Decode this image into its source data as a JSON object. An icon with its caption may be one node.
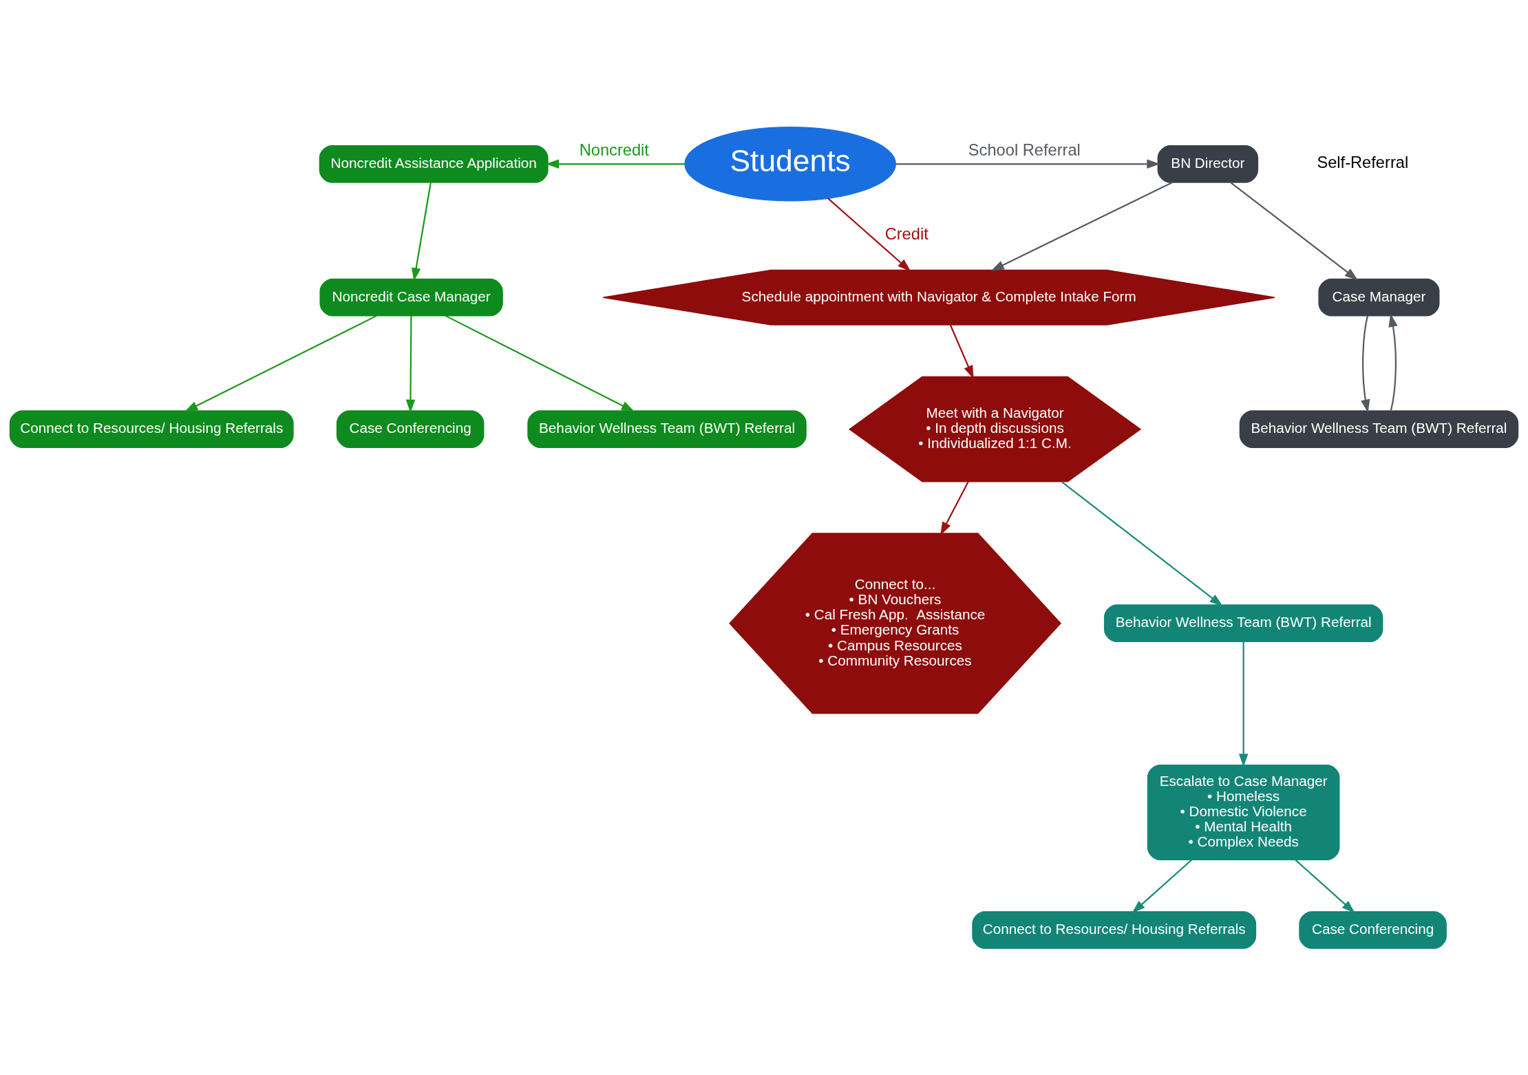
{
  "diagram": {
    "nodes": [
      {
        "text": [
          "Students"
        ]
      },
      {
        "text": [
          "Noncredit Assistance Application"
        ]
      },
      {
        "text": [
          "Noncredit Case Manager"
        ]
      },
      {
        "text": [
          "Connect to Resources/ Housing Referrals"
        ]
      },
      {
        "text": [
          "Case Conferencing"
        ]
      },
      {
        "text": [
          "Behavior Wellness Team (BWT) Referral"
        ]
      },
      {
        "text": [
          "BN Director"
        ]
      },
      {
        "text": [
          "Case Manager"
        ]
      },
      {
        "text": [
          "Behavior Wellness Team (BWT) Referral"
        ]
      },
      {
        "text": [
          "Schedule appointment with Navigator & Complete Intake Form"
        ]
      },
      {
        "text": [
          "Meet with a Navigator",
          "• In depth discussions",
          "• Individualized 1:1 C.M."
        ]
      },
      {
        "text": [
          "Connect to...",
          "• BN Vouchers",
          "• Cal Fresh App.  Assistance",
          "• Emergency Grants",
          "• Campus Resources",
          "• Community Resources"
        ]
      },
      {
        "text": [
          "Behavior Wellness Team (BWT) Referral"
        ]
      },
      {
        "text": [
          "Escalate to Case Manager",
          "• Homeless",
          "• Domestic Violence",
          "• Mental Health",
          "• Complex Needs"
        ]
      },
      {
        "text": [
          "Connect to Resources/ Housing Referrals"
        ]
      },
      {
        "text": [
          "Case Conferencing"
        ]
      }
    ],
    "edges": [
      {
        "from": 0,
        "to": 1,
        "arrow": "to",
        "label": "Noncredit",
        "color": "#1a9a1a"
      },
      {
        "from": 0,
        "to": 9,
        "arrow": "to",
        "label": "Credit",
        "color": "#a01010"
      },
      {
        "from": 0,
        "to": 6,
        "arrow": "to",
        "label": "School Referral",
        "color": "#555a60"
      },
      {
        "from": 1,
        "to": 2,
        "arrow": "to",
        "color": "#1a9a1a"
      },
      {
        "from": 2,
        "to": 3,
        "arrow": "to",
        "color": "#1a9a1a"
      },
      {
        "from": 2,
        "to": 4,
        "arrow": "to",
        "color": "#1a9a1a"
      },
      {
        "from": 2,
        "to": 5,
        "arrow": "to",
        "color": "#1a9a1a"
      },
      {
        "from": 6,
        "to": 7,
        "arrow": "to",
        "color": "#555a60"
      },
      {
        "from": 6,
        "to": 9,
        "arrow": "to",
        "color": "#555a60"
      },
      {
        "from": 7,
        "to": 8,
        "arrow": "to",
        "color": "#555a60"
      },
      {
        "from": 8,
        "to": 7,
        "arrow": "to",
        "color": "#555a60"
      },
      {
        "from": 9,
        "to": 10,
        "arrow": "to",
        "color": "#a01010"
      },
      {
        "from": 10,
        "to": 11,
        "arrow": "to",
        "color": "#a01010"
      },
      {
        "from": 10,
        "to": 12,
        "arrow": "to",
        "color": "#1a8a7a"
      },
      {
        "from": 12,
        "to": 13,
        "arrow": "to",
        "color": "#1a8a7a"
      },
      {
        "from": 13,
        "to": 14,
        "arrow": "to",
        "color": "#1a8a7a"
      },
      {
        "from": 13,
        "to": 15,
        "arrow": "to",
        "color": "#1a8a7a"
      }
    ],
    "labels": [
      "Self-Referral"
    ]
  }
}
